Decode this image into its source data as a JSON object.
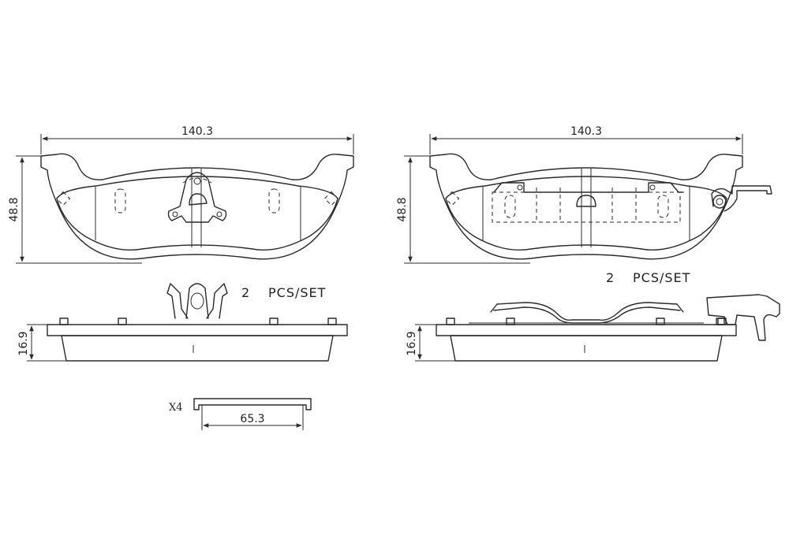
{
  "left_pad": {
    "width_label": "140.3",
    "height_label": "48.8",
    "thickness_label": "16.9",
    "qty_number": "2",
    "qty_unit": "PCS/SET"
  },
  "right_pad": {
    "width_label": "140.3",
    "height_label": "48.8",
    "thickness_label": "16.9",
    "qty_number": "2",
    "qty_unit": "PCS/SET"
  },
  "shim_clip": {
    "count_label": "X4",
    "length_label": "65.3"
  },
  "colors": {
    "line": "#2b2b2b",
    "background": "#ffffff"
  }
}
